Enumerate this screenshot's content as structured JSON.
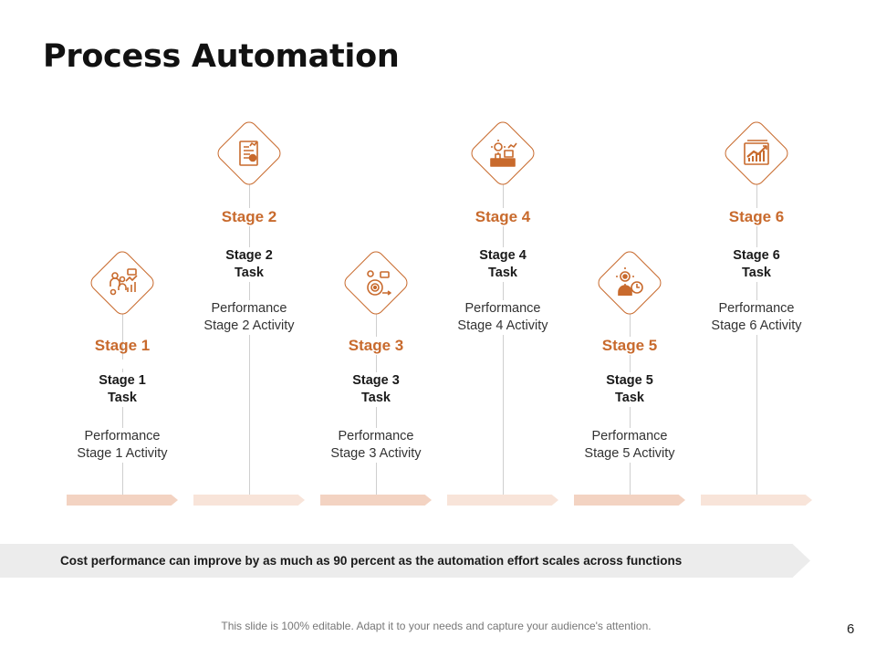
{
  "slide": {
    "title": "Process Automation",
    "banner": "Cost performance can improve by as much as 90 percent as the automation effort scales across functions",
    "footer": "This slide is 100% editable. Adapt it to your needs and capture your audience's attention.",
    "page_number": "6"
  },
  "colors": {
    "accent": "#c86a2d",
    "arrow_dark": "#f3d3c2",
    "arrow_light": "#f8e4d9",
    "banner_bg": "#ececec"
  },
  "stages": [
    {
      "label": "Stage 1",
      "task": "Stage  1\nTask",
      "perf1": "Performance",
      "perf2": "Stage 1 Activity",
      "icon": "team-growth-icon"
    },
    {
      "label": "Stage 2",
      "task": "Stage 2\nTask",
      "perf1": "Performance",
      "perf2": "Stage 2 Activity",
      "icon": "report-document-icon"
    },
    {
      "label": "Stage 3",
      "task": "Stage 3\nTask",
      "perf1": "Performance",
      "perf2": "Stage 3 Activity",
      "icon": "target-person-icon"
    },
    {
      "label": "Stage 4",
      "task": "Stage 4\nTask",
      "perf1": "Performance",
      "perf2": "Stage 4 Activity",
      "icon": "workstation-gear-icon"
    },
    {
      "label": "Stage 5",
      "task": "Stage 5\nTask",
      "perf1": "Performance",
      "perf2": "Stage 5 Activity",
      "icon": "time-management-icon"
    },
    {
      "label": "Stage 6",
      "task": "Stage 6\nTask",
      "perf1": "Performance",
      "perf2": "Stage 6 Activity",
      "icon": "growth-chart-icon"
    }
  ]
}
